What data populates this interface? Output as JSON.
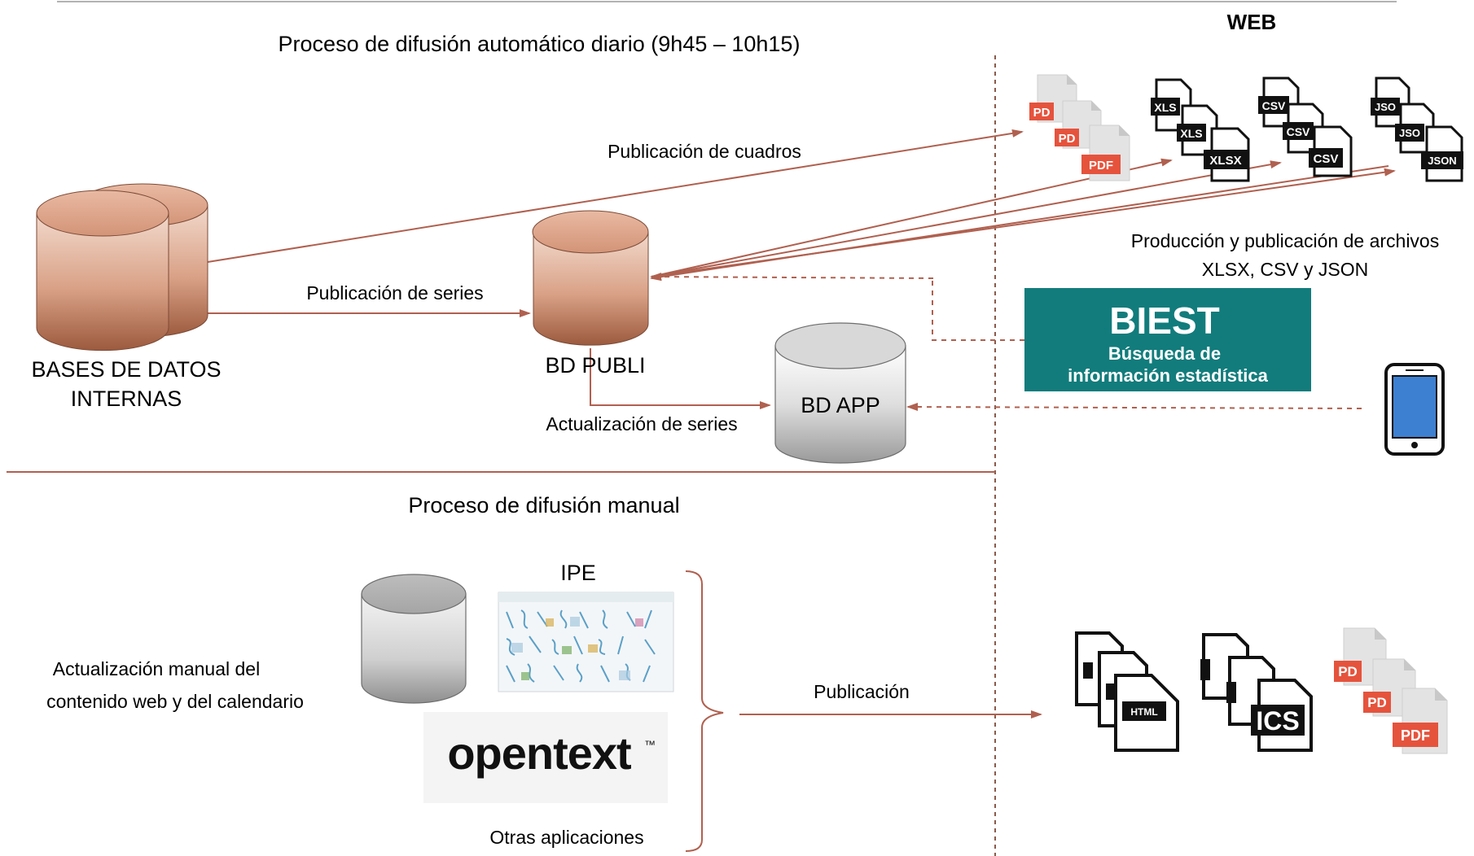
{
  "header": {
    "web_label": "WEB",
    "auto_process_title": "Proceso de difusión automático diario (9h45 – 10h15)",
    "manual_process_title": "Proceso de difusión manual"
  },
  "nodes": {
    "internal_db_line1": "BASES DE DATOS",
    "internal_db_line2": "INTERNAS",
    "bd_publi": "BD PUBLI",
    "bd_app": "BD APP",
    "ipe": "IPE",
    "opentext": "opentext",
    "opentext_tm": "™",
    "other_apps": "Otras aplicaciones",
    "manual_update_line1": "Actualización manual del",
    "manual_update_line2": "contenido web y del calendario"
  },
  "edges": {
    "publicacion_cuadros": "Publicación de cuadros",
    "publicacion_series": "Publicación de series",
    "actualizacion_series": "Actualización de series",
    "produccion_line1": "Producción y publicación de archivos",
    "produccion_line2": "XLSX, CSV y JSON",
    "publicacion": "Publicación"
  },
  "biest": {
    "title": "BIEST",
    "subtitle_line1": "Búsqueda de",
    "subtitle_line2": "información estadística",
    "color": "#127c7c"
  },
  "file_badges": {
    "pdf_top": [
      "PD",
      "PD",
      "PDF"
    ],
    "xlsx": [
      "XLS",
      "XLS",
      "XLSX"
    ],
    "csv": [
      "CSV",
      "CSV",
      "CSV"
    ],
    "json": [
      "JSO",
      "JSO",
      "JSON"
    ],
    "html": "HTML",
    "ics": "ICS",
    "pdf_bottom": [
      "PD",
      "PD",
      "PDF"
    ]
  },
  "colors": {
    "accent_line": "#b0604f",
    "db_brown": "#c98c6f",
    "db_gray": "#b9b9b9",
    "pdf_red": "#e5533d",
    "phone_blue": "#3d7fd1"
  }
}
